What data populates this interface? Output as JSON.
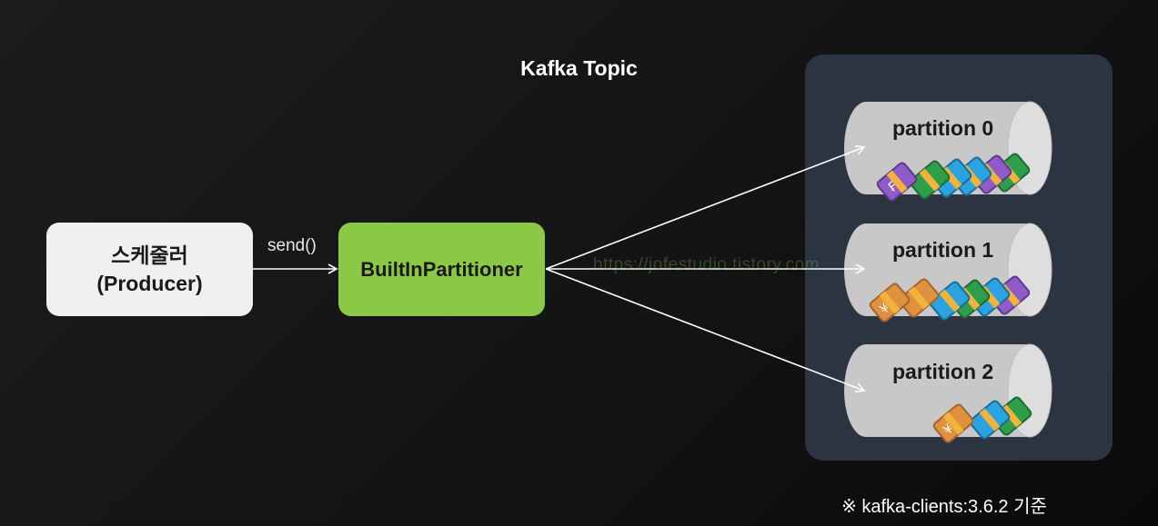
{
  "producer": {
    "line1": "스케줄러",
    "line2": "(Producer)"
  },
  "send_label": "send()",
  "partitioner": {
    "label": "BuiltInPartitioner"
  },
  "topic": {
    "title": "Kafka Topic",
    "partitions": [
      {
        "label": "partition 0",
        "bundles": [
          "purple-franc",
          "green",
          "blue",
          "blue",
          "purple",
          "green"
        ]
      },
      {
        "label": "partition 1",
        "bundles": [
          "orange-yen",
          "orange",
          "blue",
          "green",
          "blue",
          "purple"
        ]
      },
      {
        "label": "partition 2",
        "bundles": [
          "orange-yen",
          "blue",
          "green"
        ]
      }
    ]
  },
  "watermark": "https://jofestudio.tistory.com",
  "footnote": "※ kafka-clients:3.6.2 기준",
  "colors": {
    "producer_bg": "#f0f0f0",
    "partitioner_bg": "#8bc845",
    "topic_bg": "#2c3442",
    "cylinder": "#c8c8c8",
    "arrow": "#ffffff"
  }
}
